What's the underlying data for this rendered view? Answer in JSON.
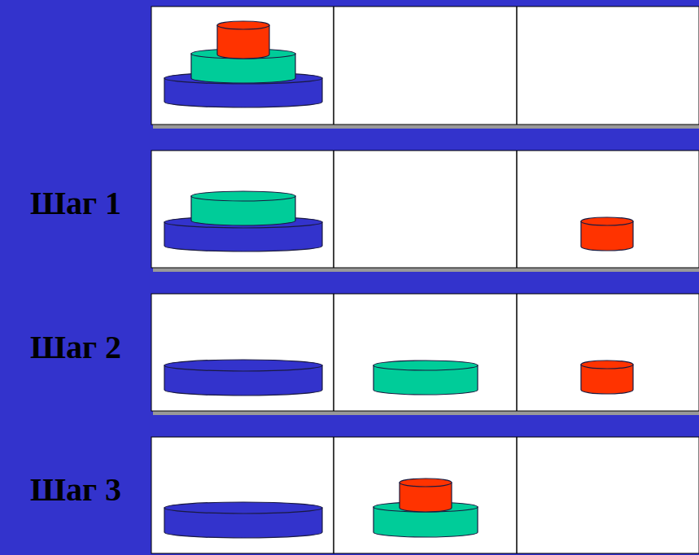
{
  "diagram": {
    "labels": [
      "Шаг 1",
      "Шаг 2",
      "Шаг 3"
    ]
  }
}
